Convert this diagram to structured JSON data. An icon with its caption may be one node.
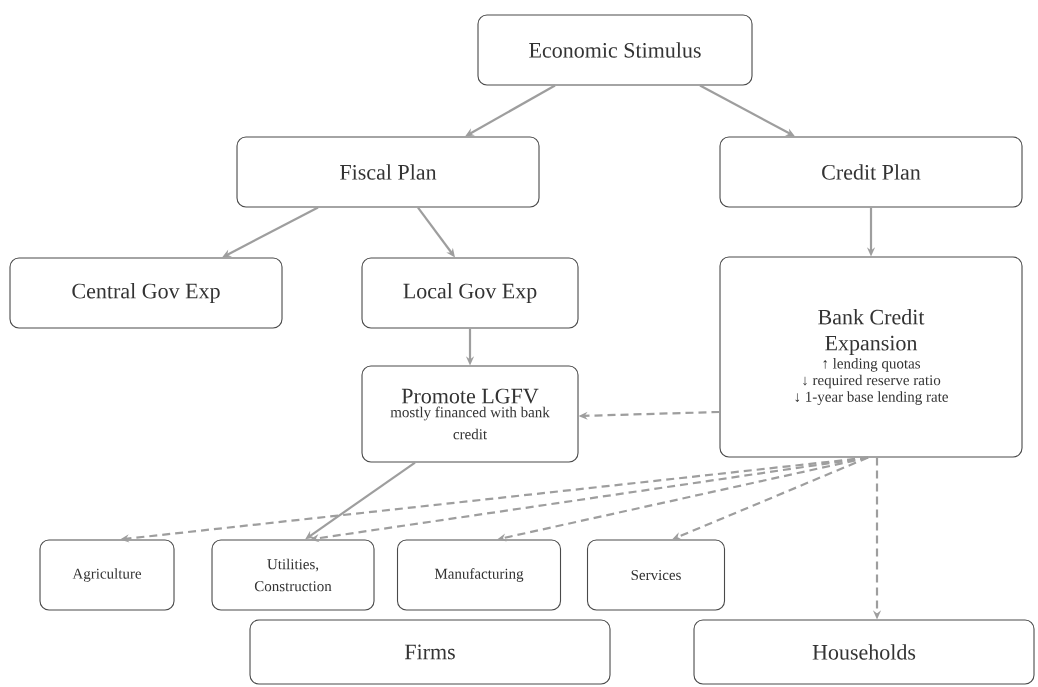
{
  "diagram": {
    "nodes": [
      {
        "text": [
          "Economic Stimulus"
        ]
      },
      {
        "text": [
          "Fiscal Plan"
        ]
      },
      {
        "text": [
          "Credit Plan"
        ]
      },
      {
        "text": [
          "Central Gov Exp"
        ]
      },
      {
        "text": [
          "Local Gov Exp"
        ]
      },
      {
        "text": [
          "Bank Credit Expansion",
          "↑ lending quotas",
          "↓ required reserve ratio",
          "↓ 1-year base lending rate"
        ]
      },
      {
        "text": [
          "Promote LGFV",
          "mostly financed with bank credit"
        ]
      },
      {
        "text": [
          "Agriculture"
        ]
      },
      {
        "text": [
          "Utilities, Construction"
        ]
      },
      {
        "text": [
          "Manufacturing"
        ]
      },
      {
        "text": [
          "Services"
        ]
      },
      {
        "text": [
          "Firms"
        ]
      },
      {
        "text": [
          "Households"
        ]
      }
    ],
    "edges": [
      {
        "from": 0,
        "to": 1,
        "arrow": "to"
      },
      {
        "from": 0,
        "to": 2,
        "arrow": "to"
      },
      {
        "from": 1,
        "to": 3,
        "arrow": "to"
      },
      {
        "from": 1,
        "to": 4,
        "arrow": "to"
      },
      {
        "from": 2,
        "to": 5,
        "arrow": "to"
      },
      {
        "from": 4,
        "to": 6,
        "arrow": "to"
      },
      {
        "from": 5,
        "to": 6,
        "arrow": "to",
        "style": "dashed"
      },
      {
        "from": 6,
        "to": 8,
        "arrow": "to"
      },
      {
        "from": 5,
        "to": 7,
        "arrow": "to",
        "style": "dashed"
      },
      {
        "from": 5,
        "to": 8,
        "arrow": "to",
        "style": "dashed"
      },
      {
        "from": 5,
        "to": 9,
        "arrow": "to",
        "style": "dashed"
      },
      {
        "from": 5,
        "to": 10,
        "arrow": "to",
        "style": "dashed"
      },
      {
        "from": 5,
        "to": 12,
        "arrow": "to",
        "style": "dashed"
      }
    ]
  }
}
